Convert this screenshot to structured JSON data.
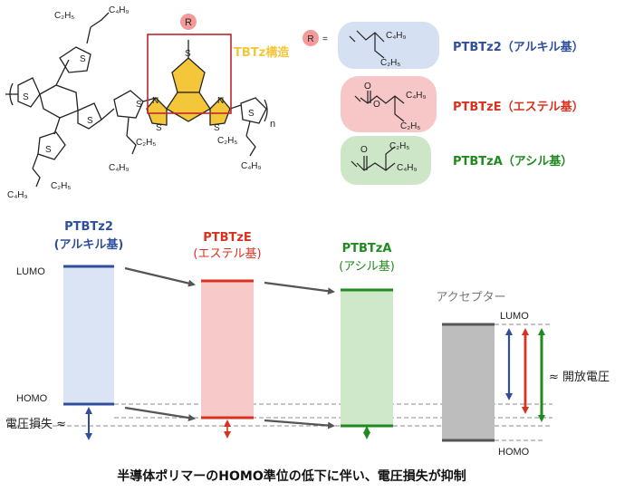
{
  "structure": {
    "tbtz_label": "TBTz構造",
    "r_label": "R",
    "r_eq": "R =",
    "subscript_n": "n",
    "atoms": {
      "S": "S",
      "N": "N",
      "O": "O"
    },
    "alkyl": {
      "c4h9": "C₄H₉",
      "c2h5": "C₂H₅"
    }
  },
  "side_chains": [
    {
      "label": "PTBTz2（アルキル基）",
      "color": "#2f4f9b",
      "bg": "#d6e0f3"
    },
    {
      "label": "PTBTzE（エステル基）",
      "color": "#d8321f",
      "bg": "#f7c6c6"
    },
    {
      "label": "PTBTzA（アシル基）",
      "color": "#1f8a1f",
      "bg": "#cde6c7"
    }
  ],
  "diagram": {
    "polymers": [
      {
        "name": "PTBTz2",
        "group": "(アルキル基)",
        "color": "#2f4f9b",
        "fill": "#dbe4f4"
      },
      {
        "name": "PTBTzE",
        "group": "(エステル基)",
        "color": "#d8321f",
        "fill": "#f8c9c9"
      },
      {
        "name": "PTBTzA",
        "group": "(アシル基)",
        "color": "#1f8a1f",
        "fill": "#cfe8c9"
      }
    ],
    "acceptor": {
      "label": "アクセプター",
      "fill": "#bdbdbd",
      "level_color": "#555555"
    },
    "lumo_label": "LUMO",
    "homo_label": "HOMO",
    "voltage_loss_label": "電圧損失 ≈",
    "voc_label": "≈ 開放電圧",
    "caption": "半導体ポリマーのHOMO準位の低下に伴い、電圧損失が抑制"
  }
}
